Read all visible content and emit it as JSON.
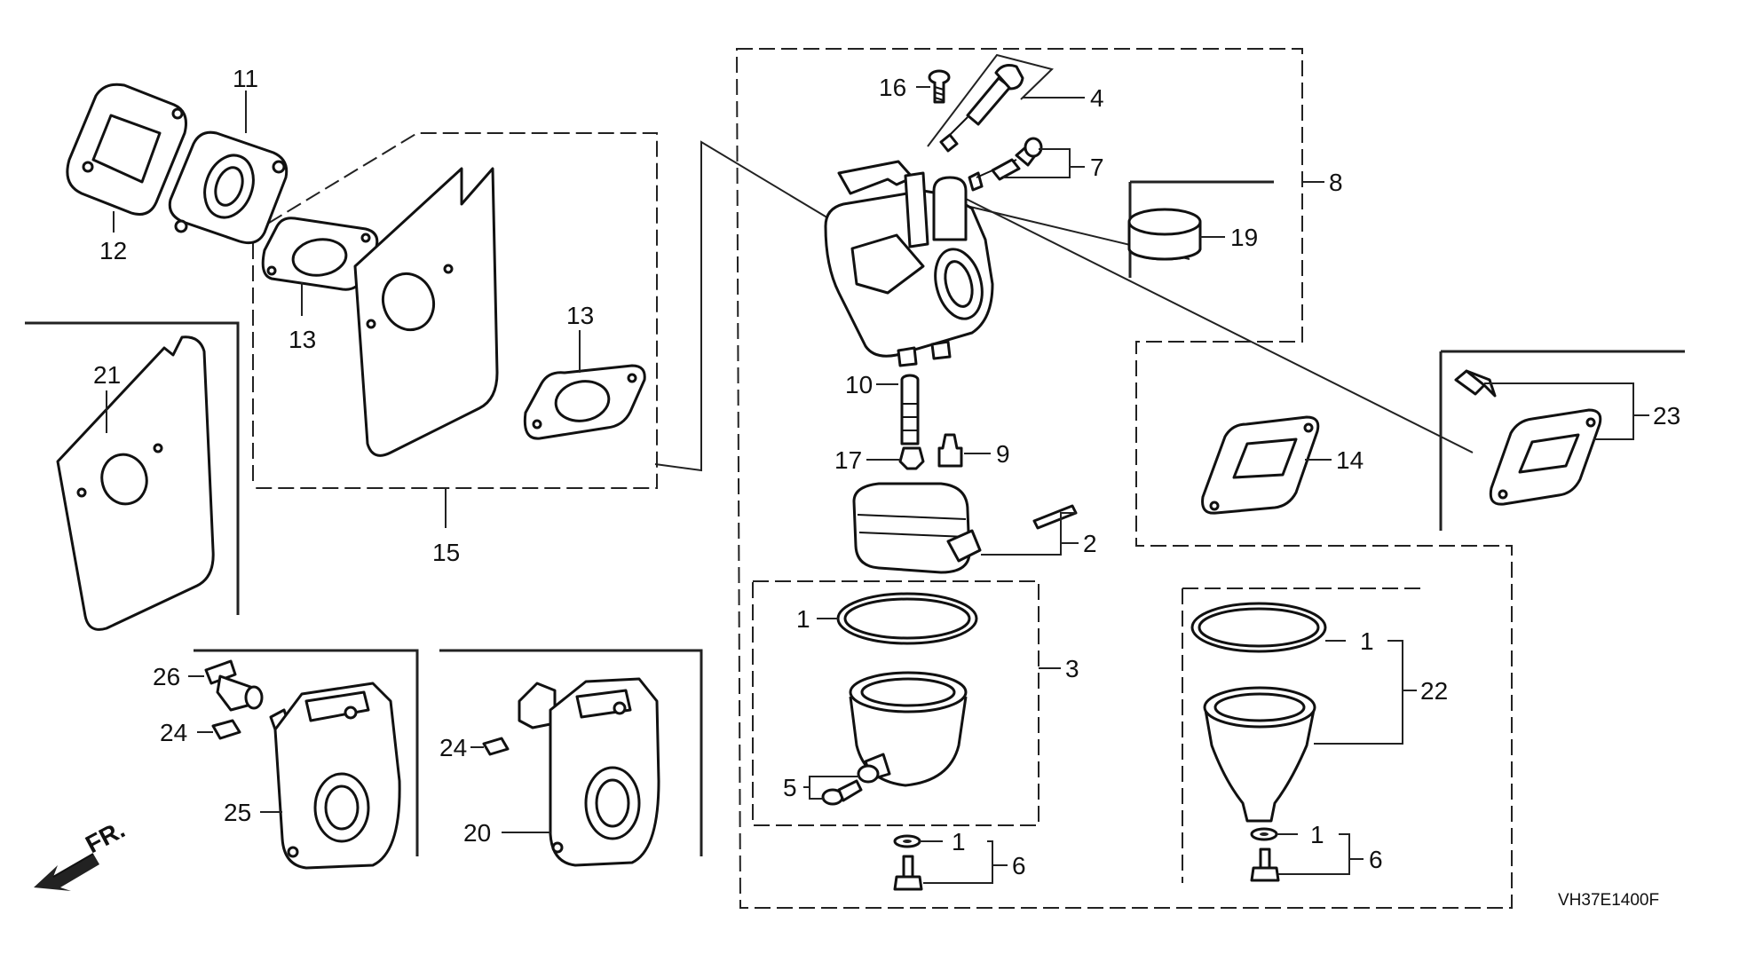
{
  "callouts": {
    "c1a": "1",
    "c1b": "1",
    "c1c": "1",
    "c1d": "1",
    "c2": "2",
    "c3": "3",
    "c4": "4",
    "c5": "5",
    "c6a": "6",
    "c6b": "6",
    "c7": "7",
    "c8": "8",
    "c9": "9",
    "c10": "10",
    "c11": "11",
    "c12": "12",
    "c13a": "13",
    "c13b": "13",
    "c14": "14",
    "c15": "15",
    "c16": "16",
    "c17": "17",
    "c19": "19",
    "c20": "20",
    "c21": "21",
    "c22": "22",
    "c23": "23",
    "c24a": "24",
    "c24b": "24",
    "c25": "25",
    "c26": "26"
  },
  "front_indicator": "FR.",
  "diagram_code": "VH37E1400F"
}
